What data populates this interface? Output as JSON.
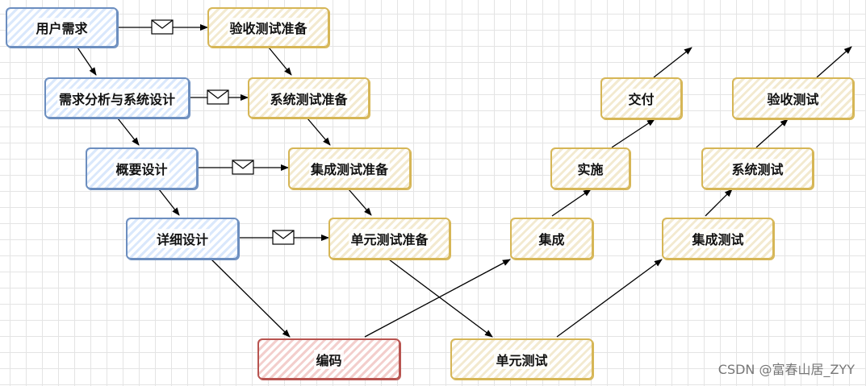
{
  "nodes": {
    "user_req": "用户需求",
    "acceptance_prep": "验收测试准备",
    "req_analysis": "需求分析与系统设计",
    "system_test_prep": "系统测试准备",
    "outline_design": "概要设计",
    "integration_test_prep": "集成测试准备",
    "detail_design": "详细设计",
    "unit_test_prep": "单元测试准备",
    "coding": "编码",
    "unit_test": "单元测试",
    "integration": "集成",
    "implementation": "实施",
    "delivery": "交付",
    "integration_test": "集成测试",
    "system_test": "系统测试",
    "acceptance_test": "验收测试"
  },
  "watermark": "CSDN @富春山居_ZYY",
  "icons": [
    "envelope-icon"
  ],
  "colors": {
    "design_border": "#6c8ebf",
    "test_border": "#d6b656",
    "coding_border": "#b85450",
    "edge": "#000000"
  }
}
